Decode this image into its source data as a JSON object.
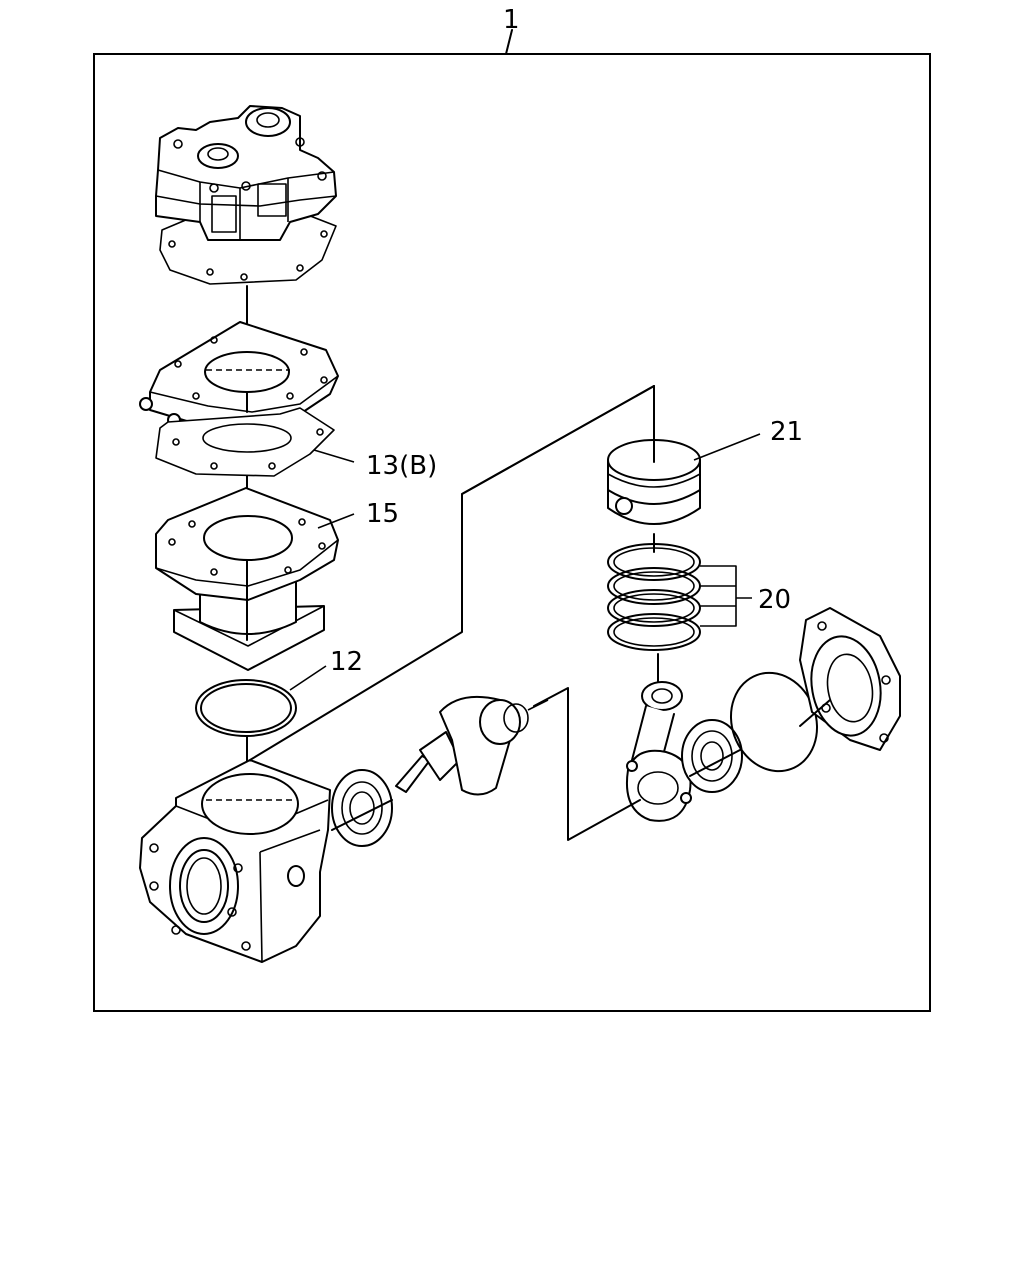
{
  "callouts": {
    "assembly": "1",
    "gasket": "13(B)",
    "cylinder": "15",
    "o_ring": "12",
    "piston": "21",
    "piston_rings": "20"
  },
  "icons": [
    "cylinder-head-icon",
    "valve-plate-icon",
    "gasket-icon",
    "cylinder-icon",
    "o-ring-icon",
    "piston-icon",
    "piston-ring-icon",
    "crankcase-icon",
    "crankshaft-icon",
    "bearing-icon",
    "connecting-rod-icon",
    "end-cover-icon"
  ]
}
